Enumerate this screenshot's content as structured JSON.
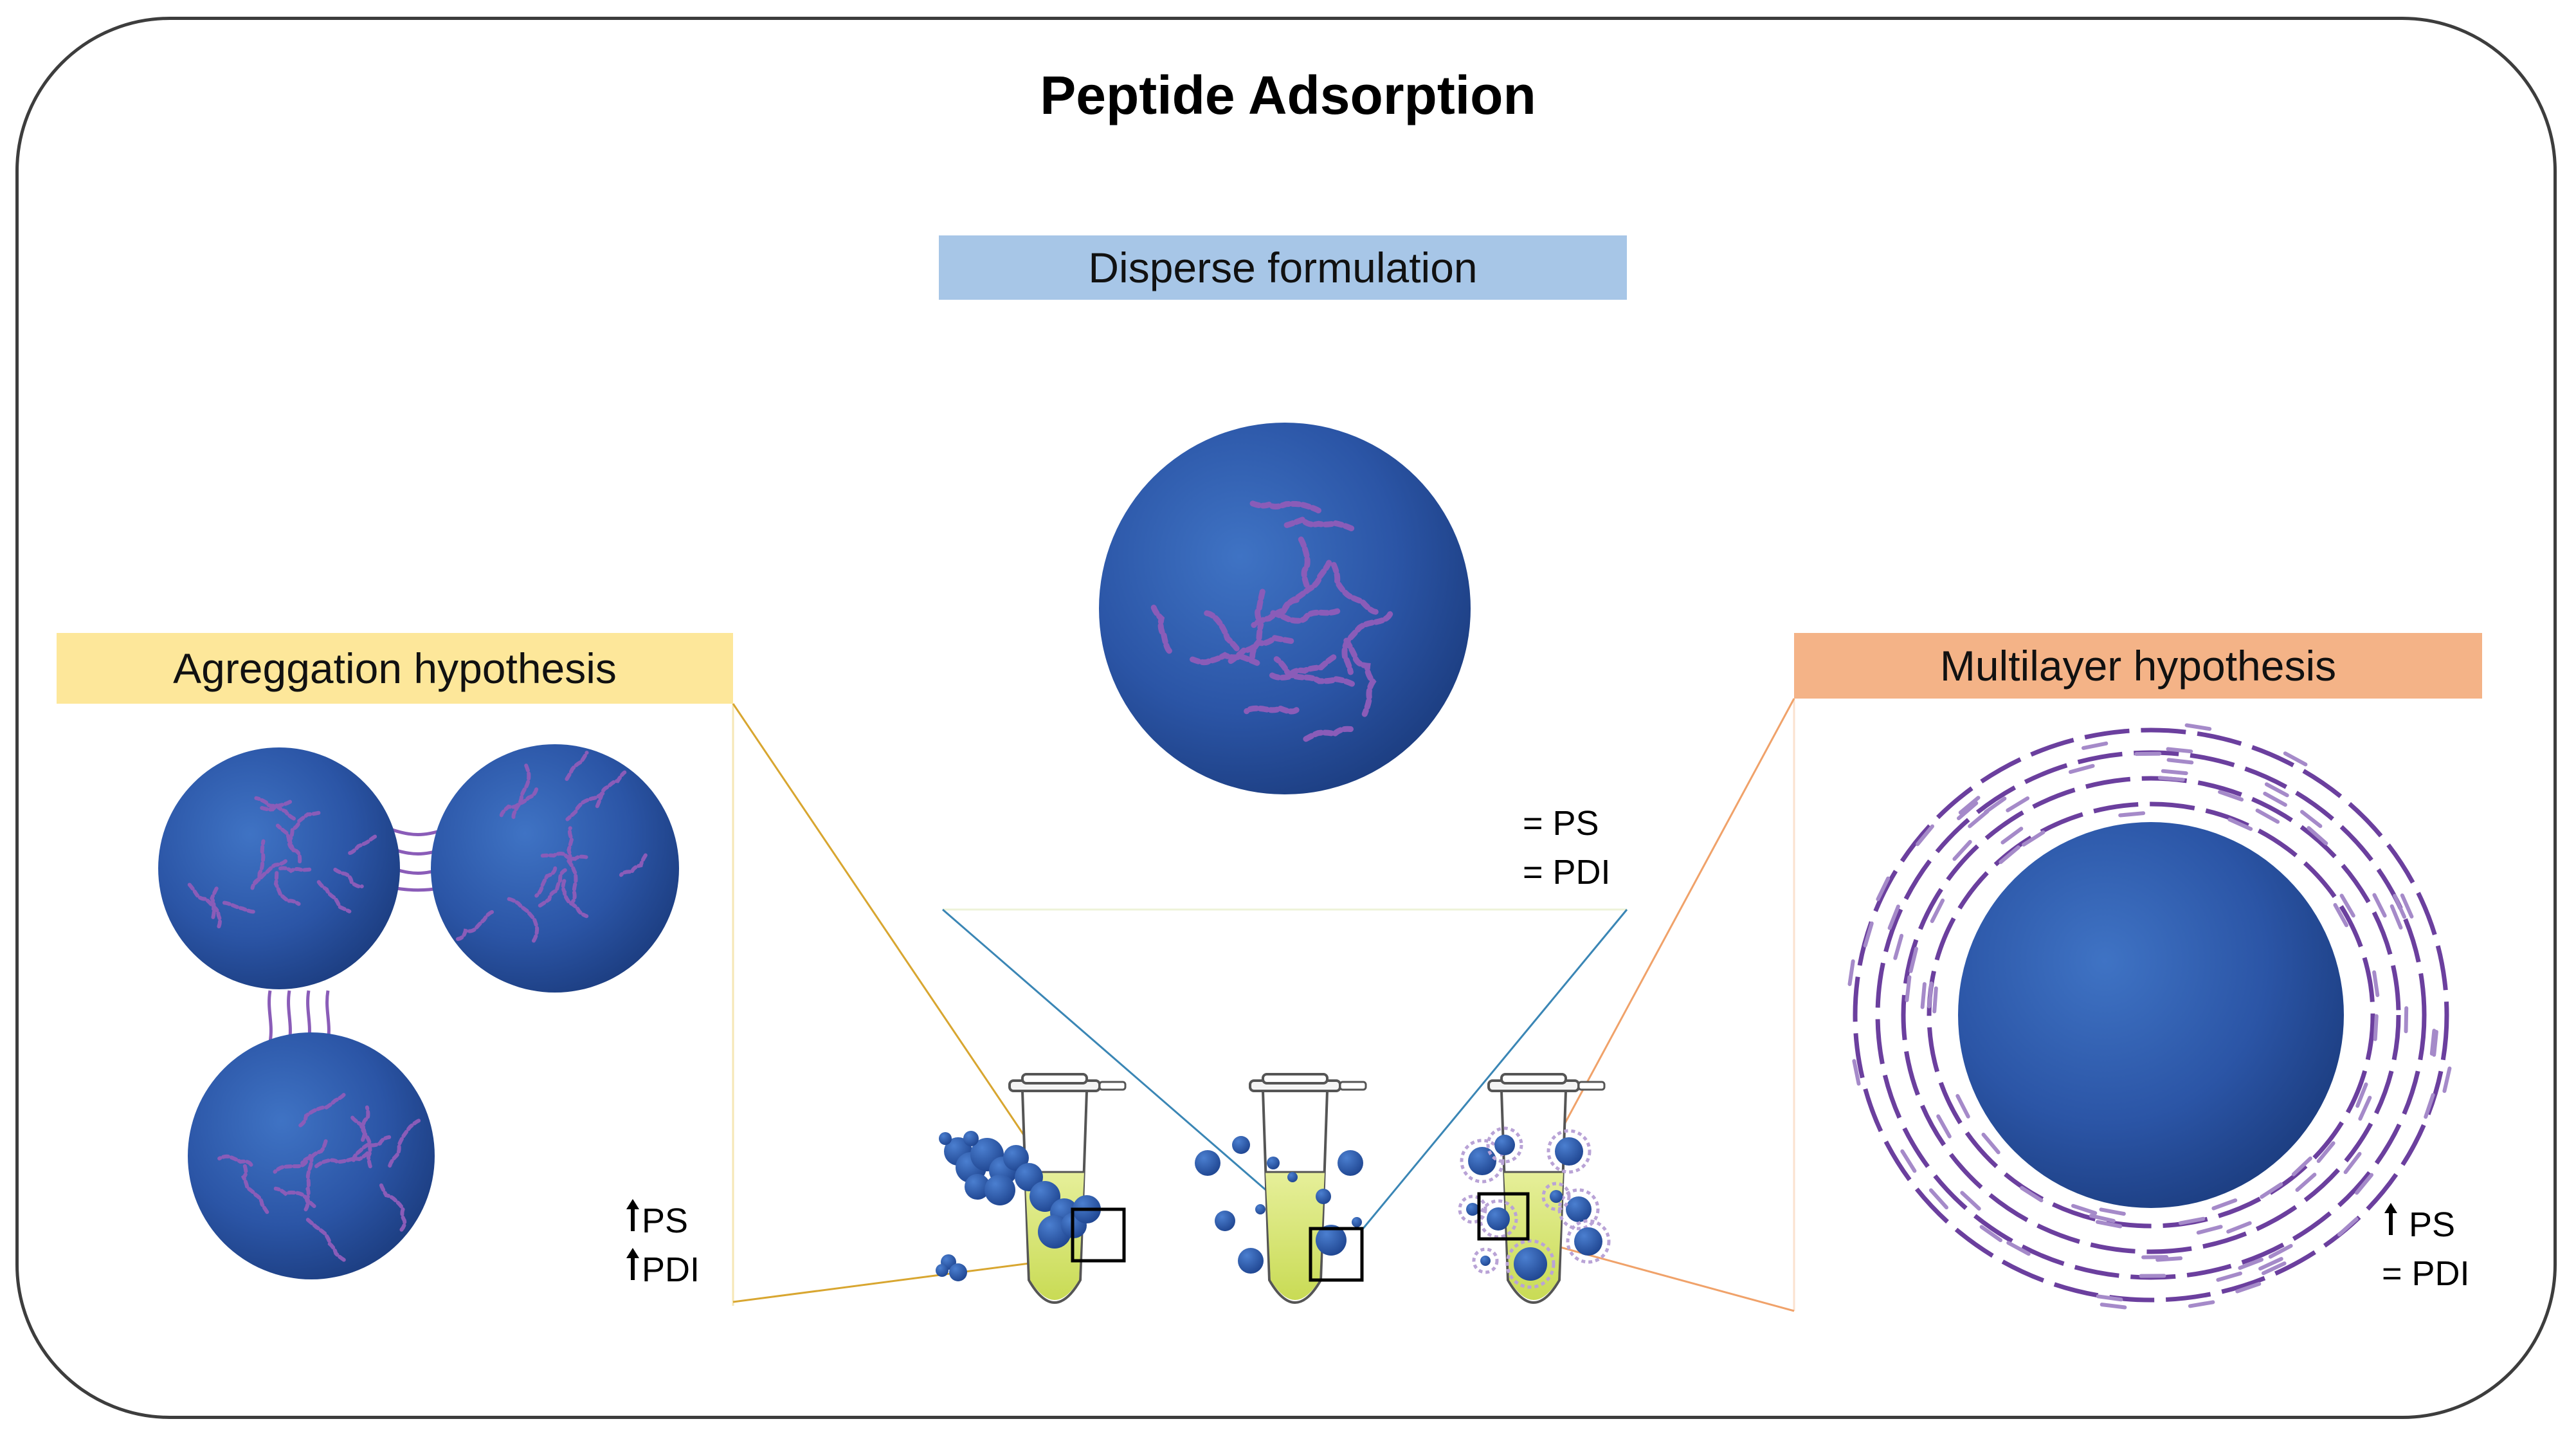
{
  "title": "Peptide Adsorption",
  "panels": {
    "disperse": {
      "label": "Disperse formulation",
      "ps": "= PS",
      "pdi": "= PDI"
    },
    "aggregation": {
      "label": "Agreggation hypothesis",
      "ps": "PS",
      "pdi": "PDI",
      "ps_arrow": "up",
      "pdi_arrow": "up"
    },
    "multilayer": {
      "label": "Multilayer hypothesis",
      "ps": "PS",
      "pdi": "= PDI",
      "ps_arrow": "up"
    }
  },
  "colors": {
    "sphere": "#2d5aa8",
    "peptide": "#7a4fa6",
    "tube_liquid": "#dde97f",
    "frame": "#3d3d3d",
    "disperse_label": "#a7c6e7",
    "aggregation_label": "#fde79a",
    "multilayer_label": "#f4b387",
    "aggregation_line": "#d8a630",
    "disperse_line": "#3a86b5",
    "multilayer_line": "#f0a26a"
  },
  "icons": [
    "up-arrow-icon",
    "nanoparticle-sphere",
    "eppendorf-tube-icon",
    "zoom-box"
  ]
}
